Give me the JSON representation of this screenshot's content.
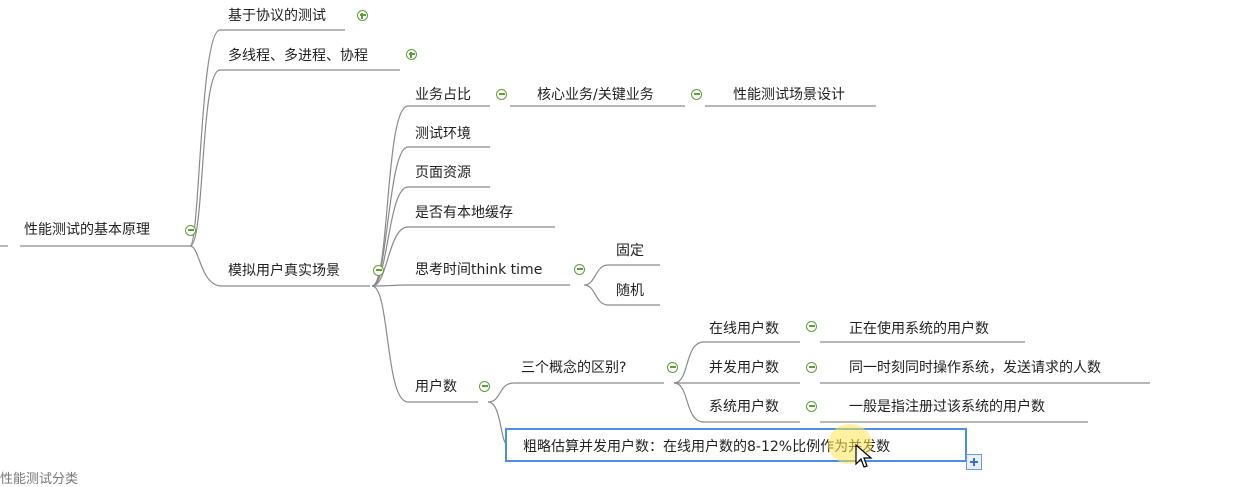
{
  "mindmap": {
    "root": "性能测试的基本原理",
    "protocol_test": "基于协议的测试",
    "threading": "多线程、多进程、协程",
    "simulate": "模拟用户真实场景",
    "business_ratio": "业务占比",
    "core_business": "核心业务/关键业务",
    "scenario_design": "性能测试场景设计",
    "test_env": "测试环境",
    "page_resources": "页面资源",
    "local_cache": "是否有本地缓存",
    "think_time": "思考时间think time",
    "fixed": "固定",
    "random": "随机",
    "user_count": "用户数",
    "three_concepts": "三个概念的区别?",
    "online_users": "在线用户数",
    "online_desc": "正在使用系统的用户数",
    "concurrent_users": "并发用户数",
    "concurrent_desc": "同一时刻同时操作系统，发送请求的人数",
    "system_users": "系统用户数",
    "system_desc": "一般是指注册过该系统的用户数",
    "estimate": "粗略估算并发用户数：在线用户数的8-12%比例作为并发数",
    "partial_bottom": "性能测试分类"
  },
  "colors": {
    "line": "#8a8a8a",
    "toggle": "#5f9e3a",
    "selection": "#4a8fe3"
  }
}
